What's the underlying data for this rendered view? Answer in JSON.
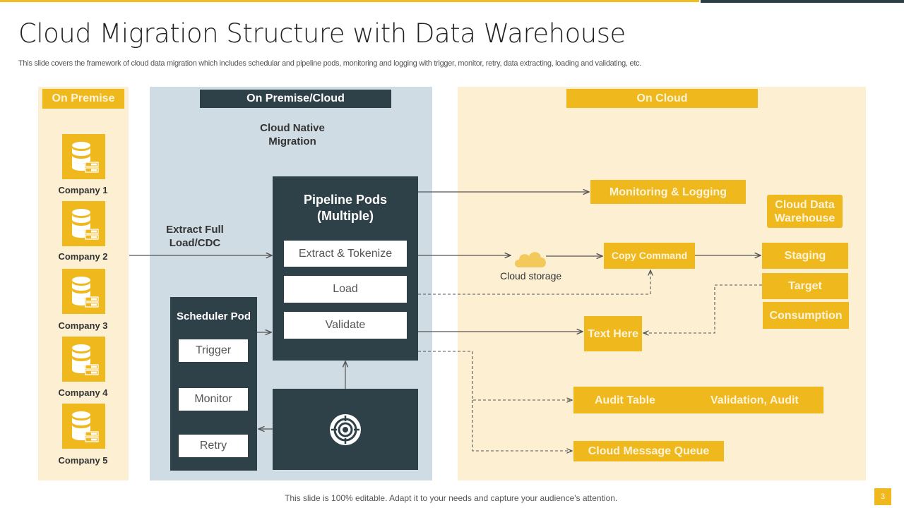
{
  "title": "Cloud Migration Structure with Data Warehouse",
  "subtitle": "This slide covers the framework of cloud data migration which includes schedular and pipeline pods, monitoring and logging with trigger, monitor, retry, data extracting, loading and validating, etc.",
  "colors": {
    "accent": "#efb91e",
    "dark": "#2e4048",
    "panel_light": "#fcefd2",
    "panel_blue": "#cfdce3"
  },
  "on_premise": {
    "header": "On Premise",
    "companies": [
      {
        "label": "Company 1",
        "icon": "database-server-icon"
      },
      {
        "label": "Company 2",
        "icon": "database-server-icon"
      },
      {
        "label": "Company 3",
        "icon": "database-server-icon"
      },
      {
        "label": "Company 4",
        "icon": "database-server-icon"
      },
      {
        "label": "Company 5",
        "icon": "database-server-icon"
      }
    ]
  },
  "middle": {
    "header": "On Premise/Cloud",
    "cloud_native": "Cloud Native Migration",
    "extract_label": "Extract Full Load/CDC",
    "pipeline": {
      "title": "Pipeline Pods (Multiple)",
      "steps": [
        "Extract & Tokenize",
        "Load",
        "Validate"
      ]
    },
    "scheduler": {
      "title": "Scheduler Pod",
      "steps": [
        "Trigger",
        "Monitor",
        "Retry"
      ]
    },
    "engine_icon": "target-icon"
  },
  "on_cloud": {
    "header": "On Cloud",
    "monitoring": "Monitoring & Logging",
    "cloud_storage": "Cloud storage",
    "copy_command": "Copy Command",
    "warehouse_title": "Cloud Data Warehouse",
    "warehouse_layers": [
      "Staging",
      "Target",
      "Consumption"
    ],
    "text_here": "Text Here",
    "audit_table": "Audit Table",
    "validation_audit": "Validation, Audit",
    "message_queue": "Cloud Message Queue"
  },
  "footer": {
    "note": "This slide is 100% editable. Adapt it to your needs and capture your audience's attention.",
    "page_number": "3"
  }
}
